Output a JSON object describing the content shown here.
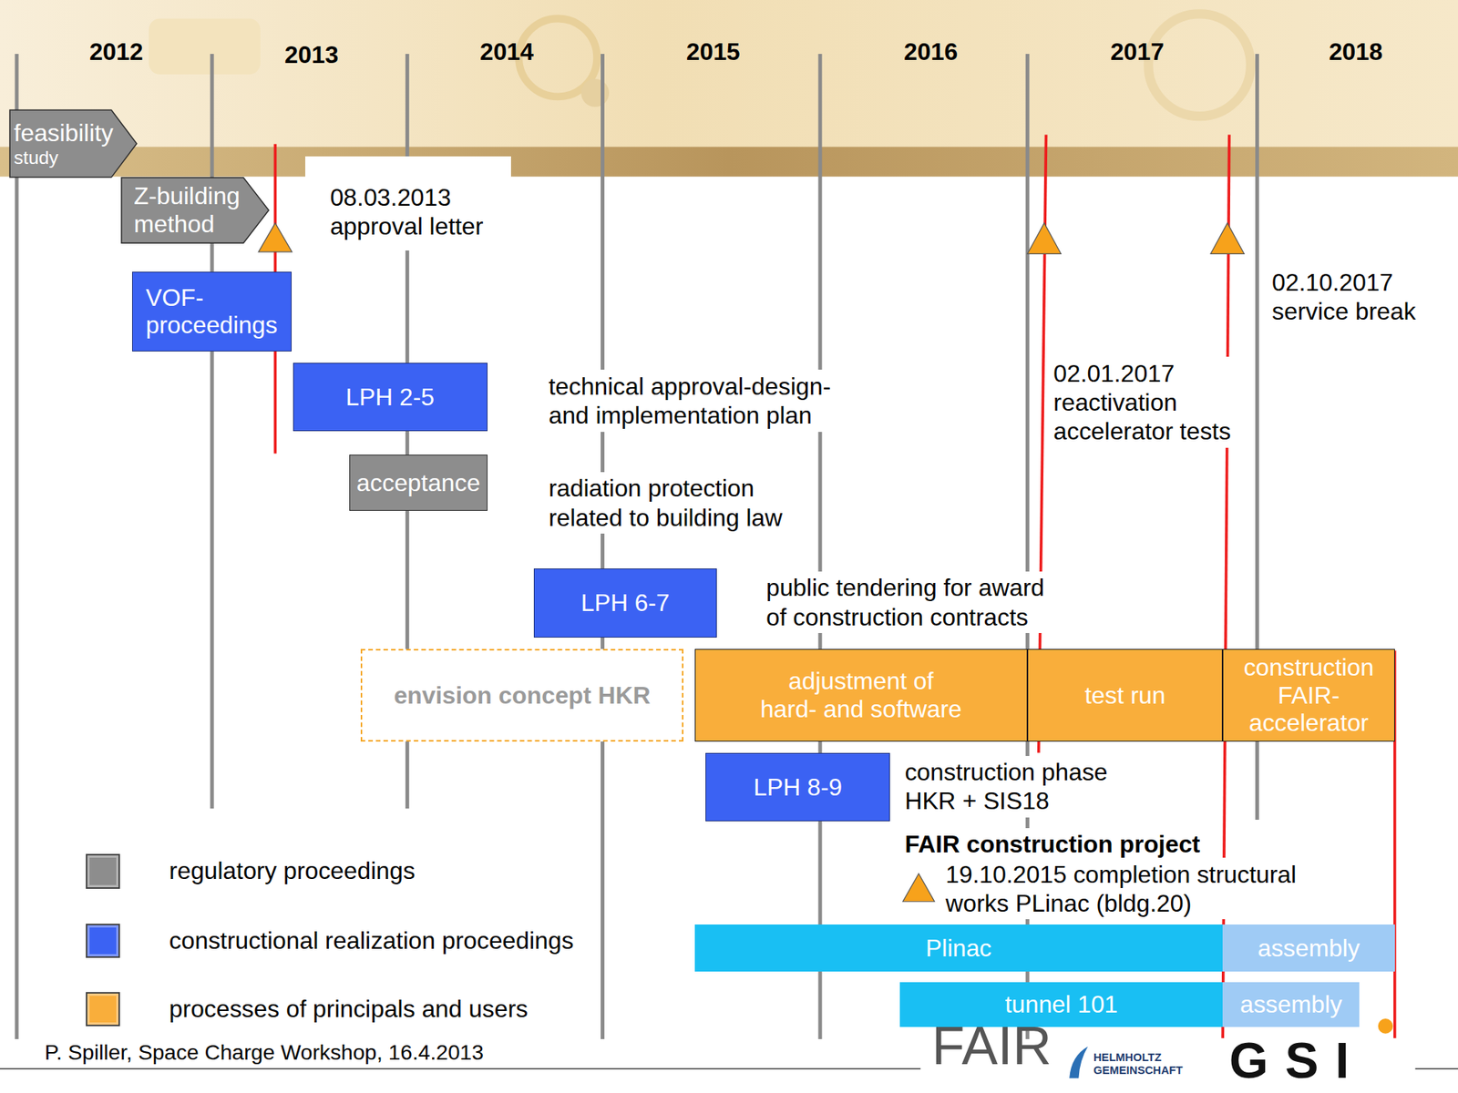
{
  "diagram": {
    "nodes": [
      {
        "text": [
          "feasibility",
          "study"
        ]
      },
      {
        "text": [
          "Z-building method"
        ]
      },
      {
        "text": [
          "VOF-proceedings"
        ]
      },
      {
        "text": [
          "LPH 2-5"
        ]
      },
      {
        "text": [
          "acceptance"
        ]
      },
      {
        "text": [
          "LPH 6-7"
        ]
      },
      {
        "text": [
          "envision concept HKR"
        ]
      },
      {
        "text": [
          "adjustment of hard- and software"
        ]
      },
      {
        "text": [
          "test run"
        ]
      },
      {
        "text": [
          "construction FAIR-accelerator"
        ]
      },
      {
        "text": [
          "LPH 8-9"
        ]
      },
      {
        "text": [
          "Plinac"
        ]
      },
      {
        "text": [
          "assembly"
        ]
      },
      {
        "text": [
          "tunnel 101"
        ]
      },
      {
        "text": [
          "assembly"
        ]
      }
    ],
    "labels": [
      "2012",
      "2013",
      "2014",
      "2015",
      "2016",
      "2017",
      "2018",
      "08.03.2013 approval letter",
      "02.10.2017 service break",
      "02.01.2017 reactivation accelerator tests",
      "technical approval-design- and implementation plan",
      "radiation protection related to building law",
      "public tendering for award of construction contracts",
      "construction phase HKR + SIS18",
      "FAIR construction project",
      "19.10.2015 completion structural works PLinac (bldg.20)",
      "P. Spiller, Space Charge Workshop, 16.4.2013",
      "FAIR",
      "HELMHOLTZ GEMEINSCHAFT",
      "GSI"
    ],
    "legend": [
      {
        "text": "regulatory proceedings",
        "color": "#8d8d8d"
      },
      {
        "text": "constructional realization proceedings",
        "color": "#3b62f3"
      },
      {
        "text": "processes of principals and users",
        "color": "#f9ae3b"
      }
    ]
  }
}
